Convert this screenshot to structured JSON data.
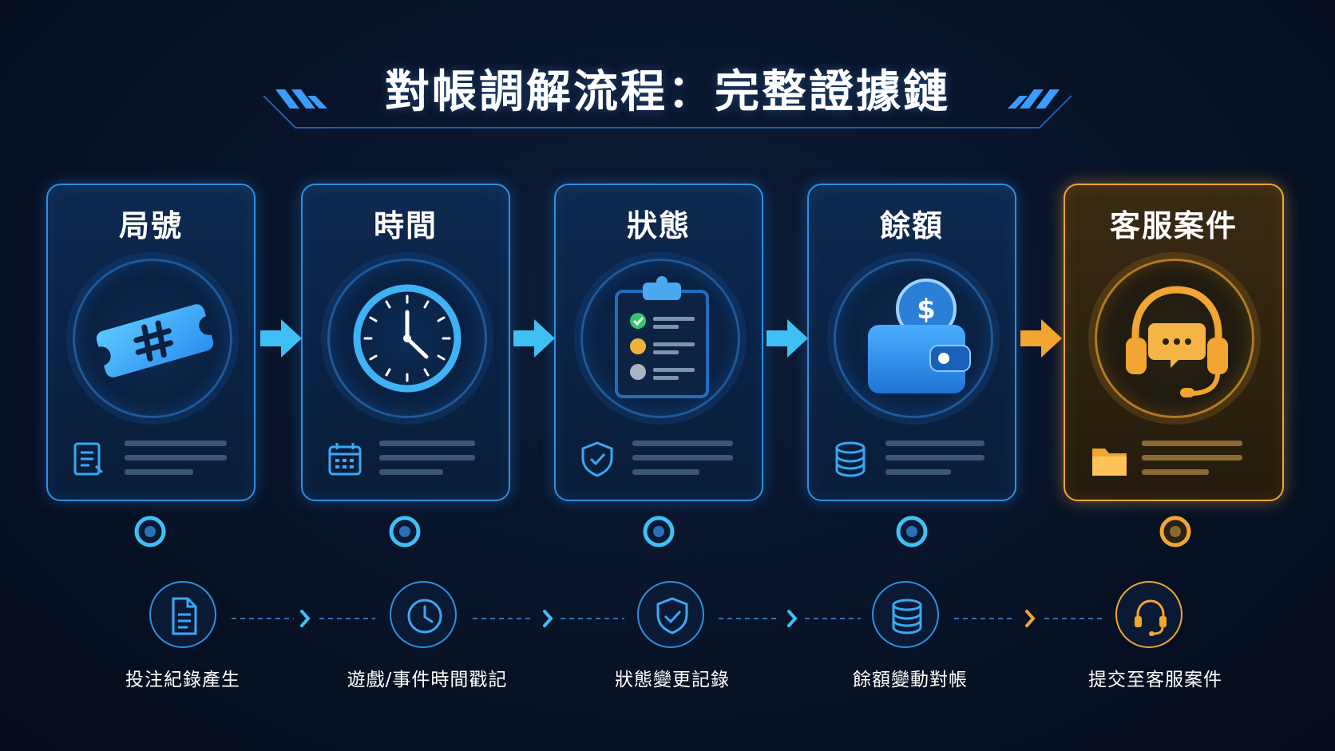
{
  "title": "對帳調解流程：完整證據鏈",
  "colors": {
    "accent_blue": "#3fb8f5",
    "accent_gold": "#f2a531",
    "background": "#081327"
  },
  "cards": [
    {
      "title": "局號",
      "icon": "ticket-hash-icon",
      "small_icon": "document-icon",
      "highlight": false
    },
    {
      "title": "時間",
      "icon": "clock-icon",
      "small_icon": "calendar-icon",
      "highlight": false
    },
    {
      "title": "狀態",
      "icon": "clipboard-checklist-icon",
      "small_icon": "shield-check-icon",
      "highlight": false
    },
    {
      "title": "餘額",
      "icon": "wallet-coin-icon",
      "small_icon": "database-icon",
      "highlight": false
    },
    {
      "title": "客服案件",
      "icon": "headset-chat-icon",
      "small_icon": "folder-icon",
      "highlight": true
    }
  ],
  "steps": [
    {
      "label": "投注紀錄產生",
      "icon": "document-icon"
    },
    {
      "label": "遊戲/事件時間戳記",
      "icon": "clock-icon"
    },
    {
      "label": "狀態變更記錄",
      "icon": "shield-check-icon"
    },
    {
      "label": "餘額變動對帳",
      "icon": "database-icon"
    },
    {
      "label": "提交至客服案件",
      "icon": "headset-icon"
    }
  ]
}
